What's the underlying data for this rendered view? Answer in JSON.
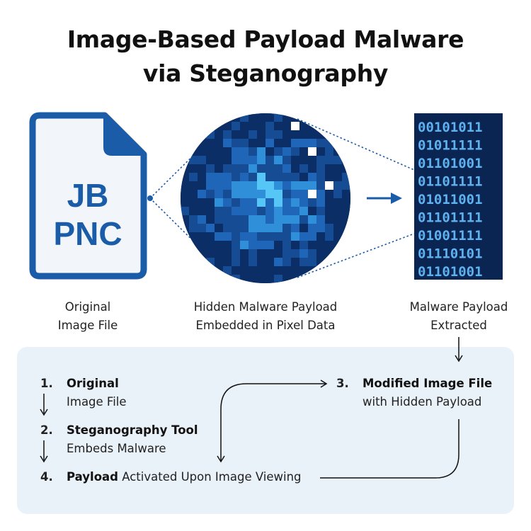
{
  "title": {
    "line1": "Image-Based Payload Malware",
    "line2": "via Steganography"
  },
  "file_icon": {
    "line1": "JB",
    "line2": "PNC"
  },
  "binary_lines": [
    "00101011",
    "01011111",
    "01101001",
    "01101111",
    "01011001",
    "01101111",
    "01001111",
    "01110101",
    "01101001"
  ],
  "captions": {
    "original": [
      "Original",
      "Image File"
    ],
    "hidden": [
      "Hidden Malware Payload",
      "Embedded in Pixel Data"
    ],
    "extracted": [
      "Malware Payload",
      "Extracted"
    ]
  },
  "steps": [
    {
      "number": "1.",
      "bold": "Original",
      "rest": "Image File"
    },
    {
      "number": "2.",
      "bold": "Steganography Tool",
      "rest": "Embeds Malware"
    },
    {
      "number": "3.",
      "bold": "Modified Image File",
      "rest": "with Hidden Payload"
    },
    {
      "number": "4.",
      "bold": "Payload",
      "rest": " Activated Upon Image Viewing"
    }
  ],
  "colors": {
    "accent": "#1a5ca8",
    "file_fill": "#f2f6fb",
    "panel_bg": "#e9f1f9",
    "binary_bg": "#0b2552",
    "binary_text": "#5fb2f0",
    "pixel_dark": "#0b2e66",
    "pixel_bright": "#56c6f7"
  },
  "icons": [
    "file-icon",
    "magnify-circle-icon",
    "arrow-right-icon",
    "binary-panel-icon"
  ]
}
